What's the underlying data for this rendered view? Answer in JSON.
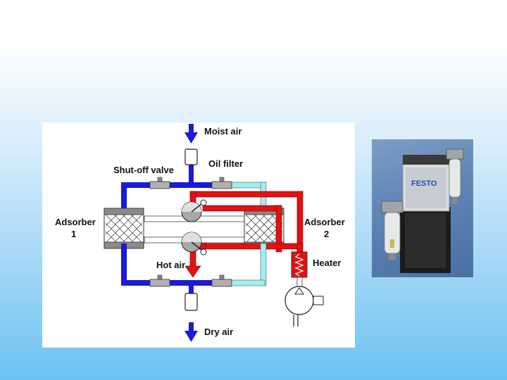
{
  "labels": {
    "moist_air": "Moist air",
    "oil_filter": "Oil filter",
    "shutoff_valve": "Shut-off valve",
    "adsorber1_line1": "Adsorber",
    "adsorber1_line2": "1",
    "adsorber2_line1": "Adsorber",
    "adsorber2_line2": "2",
    "heater": "Heater",
    "hot_air": "Hot air",
    "dry_air": "Dry air"
  },
  "photo": {
    "brand": "FESTO"
  },
  "colors": {
    "blue_pipe": "#1a1ad8",
    "cyan_pipe": "#9ff0f0",
    "red_pipe": "#e61010",
    "background_bottom": "#6cc3f3"
  }
}
